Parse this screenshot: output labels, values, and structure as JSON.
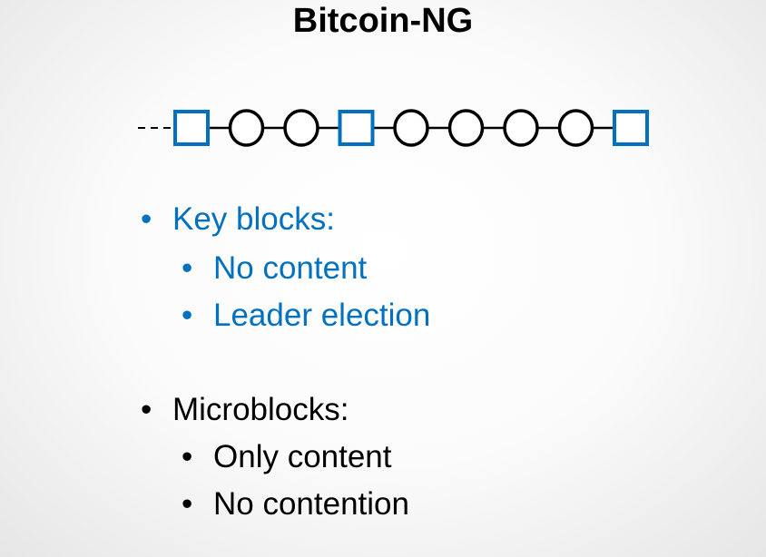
{
  "title": "Bitcoin-NG",
  "chain": {
    "blocks": [
      "key",
      "micro",
      "micro",
      "key",
      "micro",
      "micro",
      "micro",
      "micro",
      "key"
    ],
    "key_color": "#0070c0",
    "micro_color": "#000000"
  },
  "bullets": {
    "key_blocks": {
      "label": "Key blocks:",
      "items": [
        "No content",
        "Leader election"
      ]
    },
    "microblocks": {
      "label": "Microblocks:",
      "items": [
        "Only content",
        "No contention"
      ]
    }
  }
}
